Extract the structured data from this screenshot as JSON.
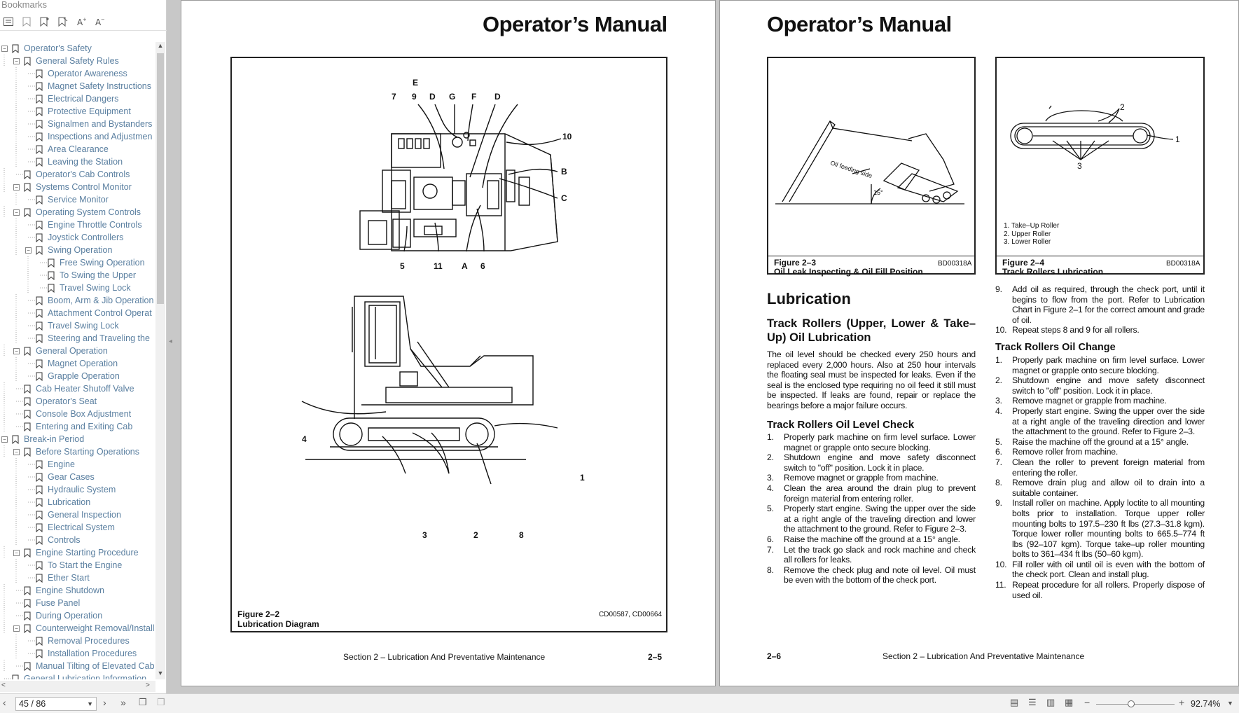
{
  "sidebar": {
    "title": "Bookmarks",
    "toolbar_icons": [
      "outline-icon",
      "bookmark-icon",
      "bookmark-add-icon",
      "bookmark-remove-icon",
      "font-larger-icon",
      "font-smaller-icon"
    ],
    "items": [
      {
        "label": "Operator's Safety",
        "level": 0,
        "expander": "−"
      },
      {
        "label": "General Safety Rules",
        "level": 1,
        "expander": "−"
      },
      {
        "label": "Operator Awareness",
        "level": 2
      },
      {
        "label": "Magnet Safety Instructions",
        "level": 2
      },
      {
        "label": "Electrical Dangers",
        "level": 2
      },
      {
        "label": "Protective Equipment",
        "level": 2
      },
      {
        "label": "Signalmen and Bystanders",
        "level": 2
      },
      {
        "label": "Inspections and Adjustmen",
        "level": 2
      },
      {
        "label": "Area Clearance",
        "level": 2
      },
      {
        "label": "Leaving the Station",
        "level": 2
      },
      {
        "label": "Operator's Cab Controls",
        "level": 1
      },
      {
        "label": "Systems Control Monitor",
        "level": 1,
        "expander": "−"
      },
      {
        "label": "Service Monitor",
        "level": 2
      },
      {
        "label": "Operating System Controls",
        "level": 1,
        "expander": "−"
      },
      {
        "label": "Engine Throttle Controls",
        "level": 2
      },
      {
        "label": "Joystick Controllers",
        "level": 2
      },
      {
        "label": "Swing Operation",
        "level": 2,
        "expander": "−"
      },
      {
        "label": "Free Swing Operation",
        "level": 3
      },
      {
        "label": "To Swing the Upper",
        "level": 3
      },
      {
        "label": "Travel Swing Lock",
        "level": 3
      },
      {
        "label": "Boom, Arm & Jib Operation",
        "level": 2
      },
      {
        "label": "Attachment Control Operat",
        "level": 2
      },
      {
        "label": "Travel Swing Lock",
        "level": 2
      },
      {
        "label": "Steering and Traveling the",
        "level": 2
      },
      {
        "label": "General Operation",
        "level": 1,
        "expander": "−"
      },
      {
        "label": "Magnet Operation",
        "level": 2
      },
      {
        "label": "Grapple Operation",
        "level": 2
      },
      {
        "label": "Cab Heater Shutoff Valve",
        "level": 1
      },
      {
        "label": "Operator's Seat",
        "level": 1
      },
      {
        "label": "Console Box Adjustment",
        "level": 1
      },
      {
        "label": "Entering and Exiting Cab",
        "level": 1
      },
      {
        "label": "Break-in Period",
        "level": 0,
        "expander": "−"
      },
      {
        "label": "Before Starting Operations",
        "level": 1,
        "expander": "−"
      },
      {
        "label": "Engine",
        "level": 2
      },
      {
        "label": "Gear Cases",
        "level": 2
      },
      {
        "label": "Hydraulic System",
        "level": 2
      },
      {
        "label": "Lubrication",
        "level": 2
      },
      {
        "label": "General Inspection",
        "level": 2
      },
      {
        "label": "Electrical System",
        "level": 2
      },
      {
        "label": "Controls",
        "level": 2
      },
      {
        "label": "Engine Starting Procedure",
        "level": 1,
        "expander": "−"
      },
      {
        "label": "To Start the Engine",
        "level": 2
      },
      {
        "label": "Ether Start",
        "level": 2
      },
      {
        "label": "Engine Shutdown",
        "level": 1
      },
      {
        "label": "Fuse Panel",
        "level": 1
      },
      {
        "label": "During Operation",
        "level": 1
      },
      {
        "label": "Counterweight Removal/Install",
        "level": 1,
        "expander": "−"
      },
      {
        "label": "Removal Procedures",
        "level": 2
      },
      {
        "label": "Installation Procedures",
        "level": 2
      },
      {
        "label": "Manual Tilting of Elevated Cab",
        "level": 1
      },
      {
        "label": "General Lubrication Information",
        "level": 0
      }
    ]
  },
  "left_page": {
    "title": "Operator’s Manual",
    "figure_labels_top": [
      "E",
      "7",
      "9",
      "D",
      "G",
      "F",
      "D",
      "10",
      "B",
      "C",
      "5",
      "11",
      "A",
      "6"
    ],
    "figure_labels_bottom": [
      "4",
      "1",
      "3",
      "2",
      "8"
    ],
    "caption_line1": "Figure 2–2",
    "caption_line2": "Lubrication Diagram",
    "caption_code": "CD00587, CD00664",
    "footer_section": "Section 2 – Lubrication And Preventative Maintenance",
    "footer_page": "2–5"
  },
  "right_page": {
    "title": "Operator’s Manual",
    "fig3": {
      "label_oil": "Oil feeding side",
      "label_angle": "15°",
      "caption_line1": "Figure 2–3",
      "caption_line2": "Oil Leak Inspecting & Oil Fill Position",
      "code": "BD00318A"
    },
    "fig4": {
      "num1": "1",
      "num2": "2",
      "num3": "3",
      "legend": [
        "1.  Take–Up Roller",
        "2.  Upper Roller",
        "3.  Lower Roller"
      ],
      "caption_line1": "Figure 2–4",
      "caption_line2": "Track Rollers Lubrication",
      "code": "BD00318A"
    },
    "lubrication_heading": "Lubrication",
    "track_heading": "Track Rollers (Upper, Lower & Take–Up) Oil Lubrication",
    "track_para": "The oil level should be checked every 250 hours and replaced every 2,000 hours. Also at 250 hour intervals the floating seal must be inspected for leaks. Even if the seal is the enclosed type requiring no oil feed it still must be inspected. If leaks are found, repair or replace the bearings before a major failure occurs.",
    "level_heading": "Track Rollers Oil Level Check",
    "level_steps": [
      {
        "n": "1.",
        "t": "Properly park machine on firm level surface. Lower magnet or grapple onto secure blocking."
      },
      {
        "n": "2.",
        "t": "Shutdown engine and move safety disconnect switch to \"off\" position. Lock it in place."
      },
      {
        "n": "3.",
        "t": "Remove magnet or grapple from machine."
      },
      {
        "n": "4.",
        "t": "Clean the area around the drain plug to prevent foreign material from entering roller."
      },
      {
        "n": "5.",
        "t": "Properly start engine. Swing the upper over the side at a right angle of the traveling direction and lower the attachment to the ground. Refer to Figure 2–3."
      },
      {
        "n": "6.",
        "t": "Raise the machine off the ground at a 15° angle."
      },
      {
        "n": "7.",
        "t": "Let the track go slack and rock machine and check all rollers for leaks."
      },
      {
        "n": "8.",
        "t": "Remove the check plug and note oil level. Oil must be even with the bottom of the check port."
      }
    ],
    "level_steps_cont": [
      {
        "n": "9.",
        "t": "Add oil as required, through the check port, until it begins to flow from the port. Refer to Lubrication Chart in Figure 2–1 for the correct amount and grade of oil."
      },
      {
        "n": "10.",
        "t": "Repeat steps 8 and 9 for all rollers."
      }
    ],
    "change_heading": "Track Rollers Oil Change",
    "change_steps": [
      {
        "n": "1.",
        "t": "Properly park machine on firm level surface. Lower magnet or grapple onto secure blocking."
      },
      {
        "n": "2.",
        "t": "Shutdown engine and move safety disconnect switch to \"off\" position. Lock it in place."
      },
      {
        "n": "3.",
        "t": "Remove magnet or grapple from machine."
      },
      {
        "n": "4.",
        "t": "Properly start engine. Swing the upper over the side at a right angle of the traveling direction and lower the attachment to the ground. Refer to Figure 2–3."
      },
      {
        "n": "5.",
        "t": "Raise the machine off the ground at a 15° angle."
      },
      {
        "n": "6.",
        "t": "Remove roller from machine."
      },
      {
        "n": "7.",
        "t": "Clean the roller to prevent foreign material from entering the roller."
      },
      {
        "n": "8.",
        "t": "Remove drain plug and allow oil to drain into a suitable container."
      },
      {
        "n": "9.",
        "t": "Install roller on machine. Apply loctite to all mounting bolts prior to installation. Torque upper roller mounting bolts to 197.5–230 ft lbs (27.3–31.8 kgm). Torque lower roller mounting bolts to 665.5–774 ft lbs (92–107 kgm). Torque take–up roller mounting bolts to 361–434 ft lbs (50–60 kgm)."
      },
      {
        "n": "10.",
        "t": "Fill roller with oil until oil is even with the bottom of the check port. Clean and install plug."
      },
      {
        "n": "11.",
        "t": "Repeat procedure for all rollers. Properly dispose of used oil."
      }
    ],
    "footer_page": "2–6",
    "footer_section": "Section 2 – Lubrication And Preventative Maintenance"
  },
  "statusbar": {
    "page_indicator": "45 / 86",
    "zoom": "92.74%"
  }
}
